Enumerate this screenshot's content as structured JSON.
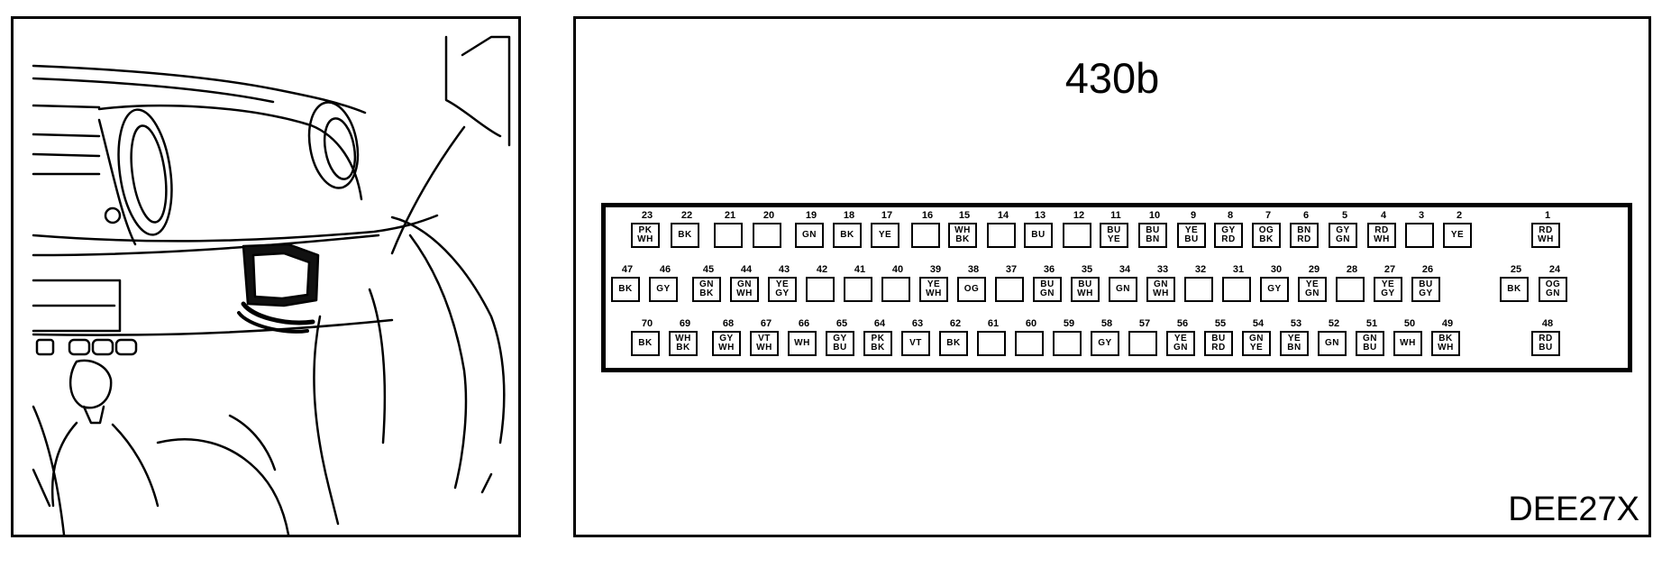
{
  "diagram": {
    "title": "430b",
    "code": "DEE27X",
    "rows": [
      {
        "row": "top",
        "pins": [
          {
            "n": "23",
            "c": [
              "PK",
              "WH"
            ]
          },
          {
            "n": "22",
            "c": [
              "BK"
            ]
          },
          {
            "n": "21",
            "c": []
          },
          {
            "n": "20",
            "c": []
          },
          {
            "n": "19",
            "c": [
              "GN"
            ]
          },
          {
            "n": "18",
            "c": [
              "BK"
            ]
          },
          {
            "n": "17",
            "c": [
              "YE"
            ]
          },
          {
            "n": "16",
            "c": []
          },
          {
            "n": "15",
            "c": [
              "WH",
              "BK"
            ]
          },
          {
            "n": "14",
            "c": []
          },
          {
            "n": "13",
            "c": [
              "BU"
            ]
          },
          {
            "n": "12",
            "c": []
          },
          {
            "n": "11",
            "c": [
              "BU",
              "YE"
            ]
          },
          {
            "n": "10",
            "c": [
              "BU",
              "BN"
            ]
          },
          {
            "n": "9",
            "c": [
              "YE",
              "BU"
            ]
          },
          {
            "n": "8",
            "c": [
              "GY",
              "RD"
            ]
          },
          {
            "n": "7",
            "c": [
              "OG",
              "BK"
            ]
          },
          {
            "n": "6",
            "c": [
              "BN",
              "RD"
            ]
          },
          {
            "n": "5",
            "c": [
              "GY",
              "GN"
            ]
          },
          {
            "n": "4",
            "c": [
              "RD",
              "WH"
            ]
          },
          {
            "n": "3",
            "c": []
          },
          {
            "n": "2",
            "c": [
              "YE"
            ]
          },
          {
            "n": "1",
            "c": [
              "RD",
              "WH"
            ]
          }
        ]
      },
      {
        "row": "middle",
        "pins": [
          {
            "n": "47",
            "c": [
              "BK"
            ]
          },
          {
            "n": "46",
            "c": [
              "GY"
            ]
          },
          {
            "n": "45",
            "c": [
              "GN",
              "BK"
            ]
          },
          {
            "n": "44",
            "c": [
              "GN",
              "WH"
            ]
          },
          {
            "n": "43",
            "c": [
              "YE",
              "GY"
            ]
          },
          {
            "n": "42",
            "c": []
          },
          {
            "n": "41",
            "c": []
          },
          {
            "n": "40",
            "c": []
          },
          {
            "n": "39",
            "c": [
              "YE",
              "WH"
            ]
          },
          {
            "n": "38",
            "c": [
              "OG"
            ]
          },
          {
            "n": "37",
            "c": []
          },
          {
            "n": "36",
            "c": [
              "BU",
              "GN"
            ]
          },
          {
            "n": "35",
            "c": [
              "BU",
              "WH"
            ]
          },
          {
            "n": "34",
            "c": [
              "GN"
            ]
          },
          {
            "n": "33",
            "c": [
              "GN",
              "WH"
            ]
          },
          {
            "n": "32",
            "c": []
          },
          {
            "n": "31",
            "c": []
          },
          {
            "n": "30",
            "c": [
              "GY"
            ]
          },
          {
            "n": "29",
            "c": [
              "YE",
              "GN"
            ]
          },
          {
            "n": "28",
            "c": []
          },
          {
            "n": "27",
            "c": [
              "YE",
              "GY"
            ]
          },
          {
            "n": "26",
            "c": [
              "BU",
              "GY"
            ]
          },
          {
            "n": "25",
            "c": [
              "BK"
            ]
          },
          {
            "n": "24",
            "c": [
              "OG",
              "GN"
            ]
          }
        ]
      },
      {
        "row": "bottom",
        "pins": [
          {
            "n": "70",
            "c": [
              "BK"
            ]
          },
          {
            "n": "69",
            "c": [
              "WH",
              "BK"
            ]
          },
          {
            "n": "68",
            "c": [
              "GY",
              "WH"
            ]
          },
          {
            "n": "67",
            "c": [
              "VT",
              "WH"
            ]
          },
          {
            "n": "66",
            "c": [
              "WH"
            ]
          },
          {
            "n": "65",
            "c": [
              "GY",
              "BU"
            ]
          },
          {
            "n": "64",
            "c": [
              "PK",
              "BK"
            ]
          },
          {
            "n": "63",
            "c": [
              "VT"
            ]
          },
          {
            "n": "62",
            "c": [
              "BK"
            ]
          },
          {
            "n": "61",
            "c": []
          },
          {
            "n": "60",
            "c": []
          },
          {
            "n": "59",
            "c": []
          },
          {
            "n": "58",
            "c": [
              "GY"
            ]
          },
          {
            "n": "57",
            "c": []
          },
          {
            "n": "56",
            "c": [
              "YE",
              "GN"
            ]
          },
          {
            "n": "55",
            "c": [
              "BU",
              "RD"
            ]
          },
          {
            "n": "54",
            "c": [
              "GN",
              "YE"
            ]
          },
          {
            "n": "53",
            "c": [
              "YE",
              "BN"
            ]
          },
          {
            "n": "52",
            "c": [
              "GN"
            ]
          },
          {
            "n": "51",
            "c": [
              "GN",
              "BU"
            ]
          },
          {
            "n": "50",
            "c": [
              "WH"
            ]
          },
          {
            "n": "49",
            "c": [
              "BK",
              "WH"
            ]
          },
          {
            "n": "48",
            "c": [
              "RD",
              "BU"
            ]
          }
        ]
      }
    ]
  }
}
